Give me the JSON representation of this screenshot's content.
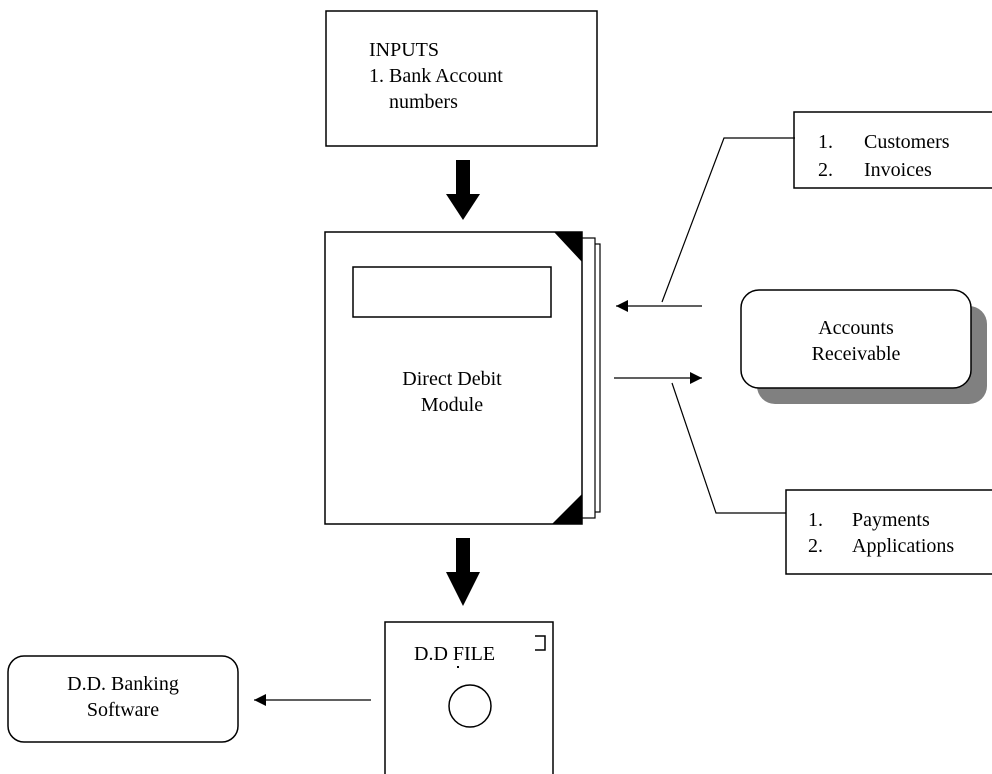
{
  "inputs_box": {
    "title": "INPUTS",
    "item_number": "1.",
    "item_line1": "Bank Account",
    "item_line2": "numbers"
  },
  "module": {
    "line1": "Direct Debit",
    "line2": "Module"
  },
  "customers_box": {
    "items": [
      {
        "number": "1.",
        "label": "Customers"
      },
      {
        "number": "2.",
        "label": "Invoices"
      }
    ]
  },
  "accounts_receivable": {
    "line1": "Accounts",
    "line2": "Receivable"
  },
  "payments_box": {
    "items": [
      {
        "number": "1.",
        "label": "Payments"
      },
      {
        "number": "2.",
        "label": "Applications"
      }
    ]
  },
  "dd_file": {
    "label": "D.D FILE"
  },
  "banking_software": {
    "line1": "D.D. Banking",
    "line2": "Software"
  }
}
